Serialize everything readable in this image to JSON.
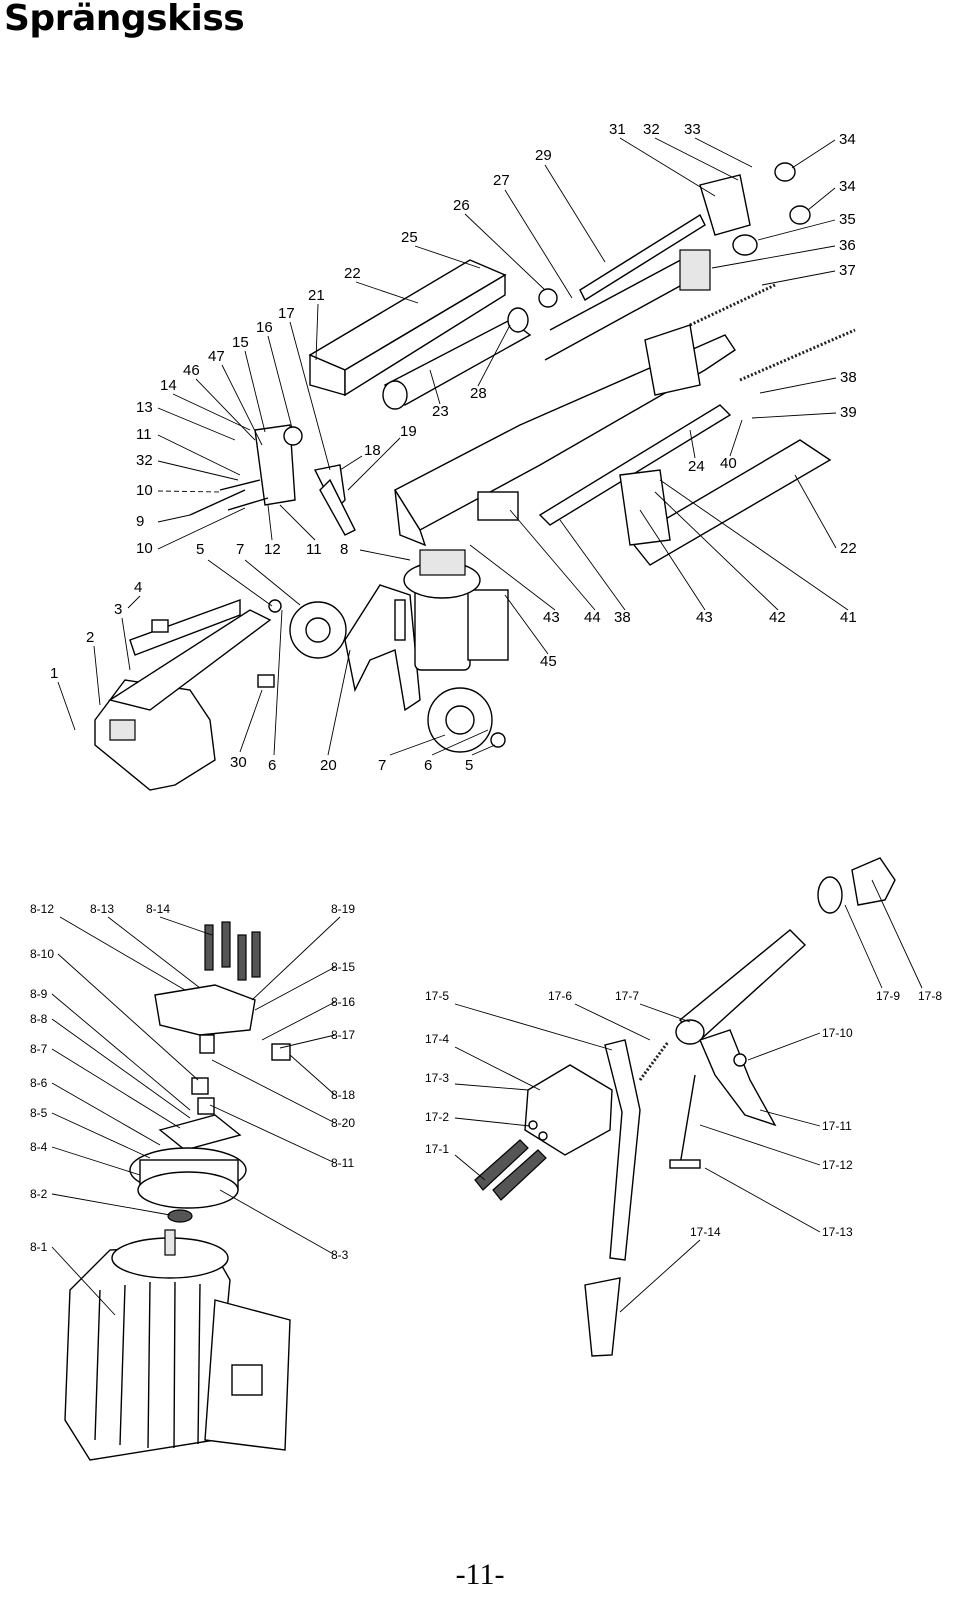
{
  "title": "Sprängskiss",
  "page_number": "-11-",
  "main_labels": [
    "31",
    "32",
    "33",
    "34",
    "34",
    "35",
    "36",
    "37",
    "29",
    "27",
    "26",
    "25",
    "22",
    "21",
    "17",
    "16",
    "15",
    "47",
    "46",
    "14",
    "13",
    "11",
    "32",
    "10",
    "9",
    "10",
    "5",
    "7",
    "12",
    "11",
    "8",
    "18",
    "19",
    "23",
    "28",
    "24",
    "40",
    "38",
    "39",
    "22",
    "43",
    "44",
    "38",
    "43",
    "42",
    "41",
    "45",
    "4",
    "3",
    "2",
    "1",
    "30",
    "6",
    "20",
    "7",
    "6",
    "5"
  ],
  "motor_labels": [
    "8-12",
    "8-13",
    "8-14",
    "8-19",
    "8-10",
    "8-15",
    "8-9",
    "8-16",
    "8-8",
    "8-17",
    "8-7",
    "8-18",
    "8-6",
    "8-20",
    "8-5",
    "8-11",
    "8-4",
    "8-2",
    "8-3",
    "8-1"
  ],
  "valve_labels": [
    "17-5",
    "17-6",
    "17-7",
    "17-9",
    "17-8",
    "17-4",
    "17-10",
    "17-3",
    "17-2",
    "17-11",
    "17-1",
    "17-12",
    "17-14",
    "17-13"
  ]
}
